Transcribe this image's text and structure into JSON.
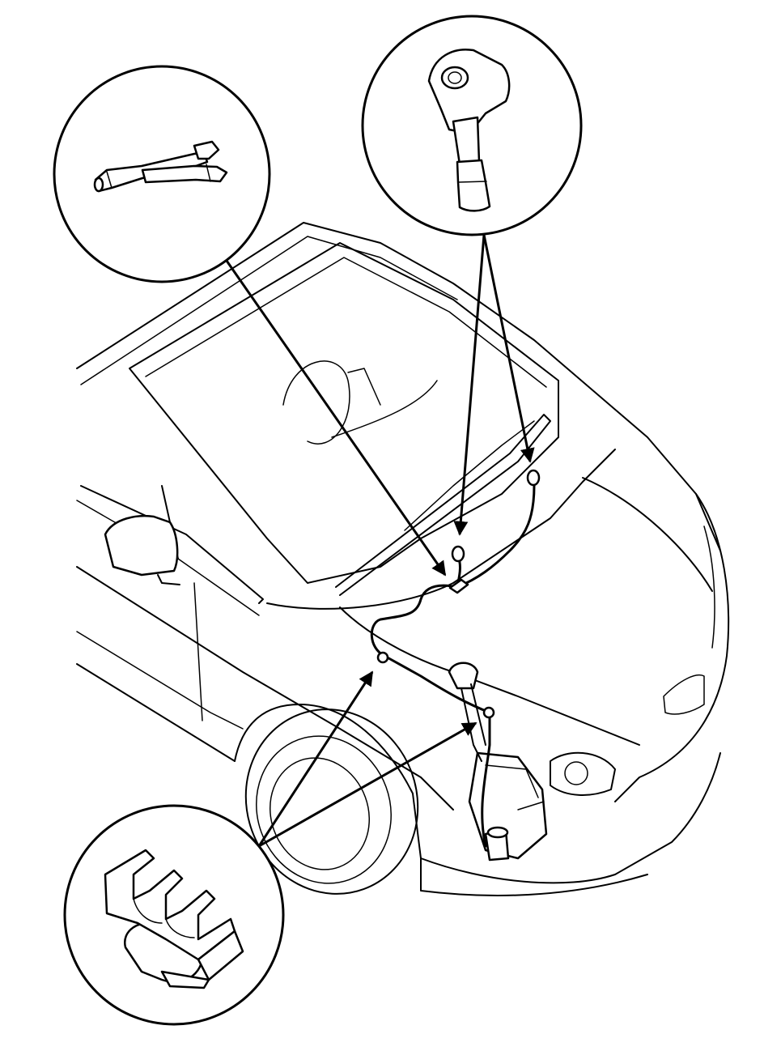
{
  "figure": {
    "callouts": [
      {
        "name": "hose-joint-callout",
        "part": "joint"
      },
      {
        "name": "nozzle-callout",
        "part": "washer-nozzle"
      },
      {
        "name": "clip-callout",
        "part": "hose-clip"
      }
    ],
    "colors": {
      "line": "#000000",
      "background": "#ffffff"
    }
  }
}
